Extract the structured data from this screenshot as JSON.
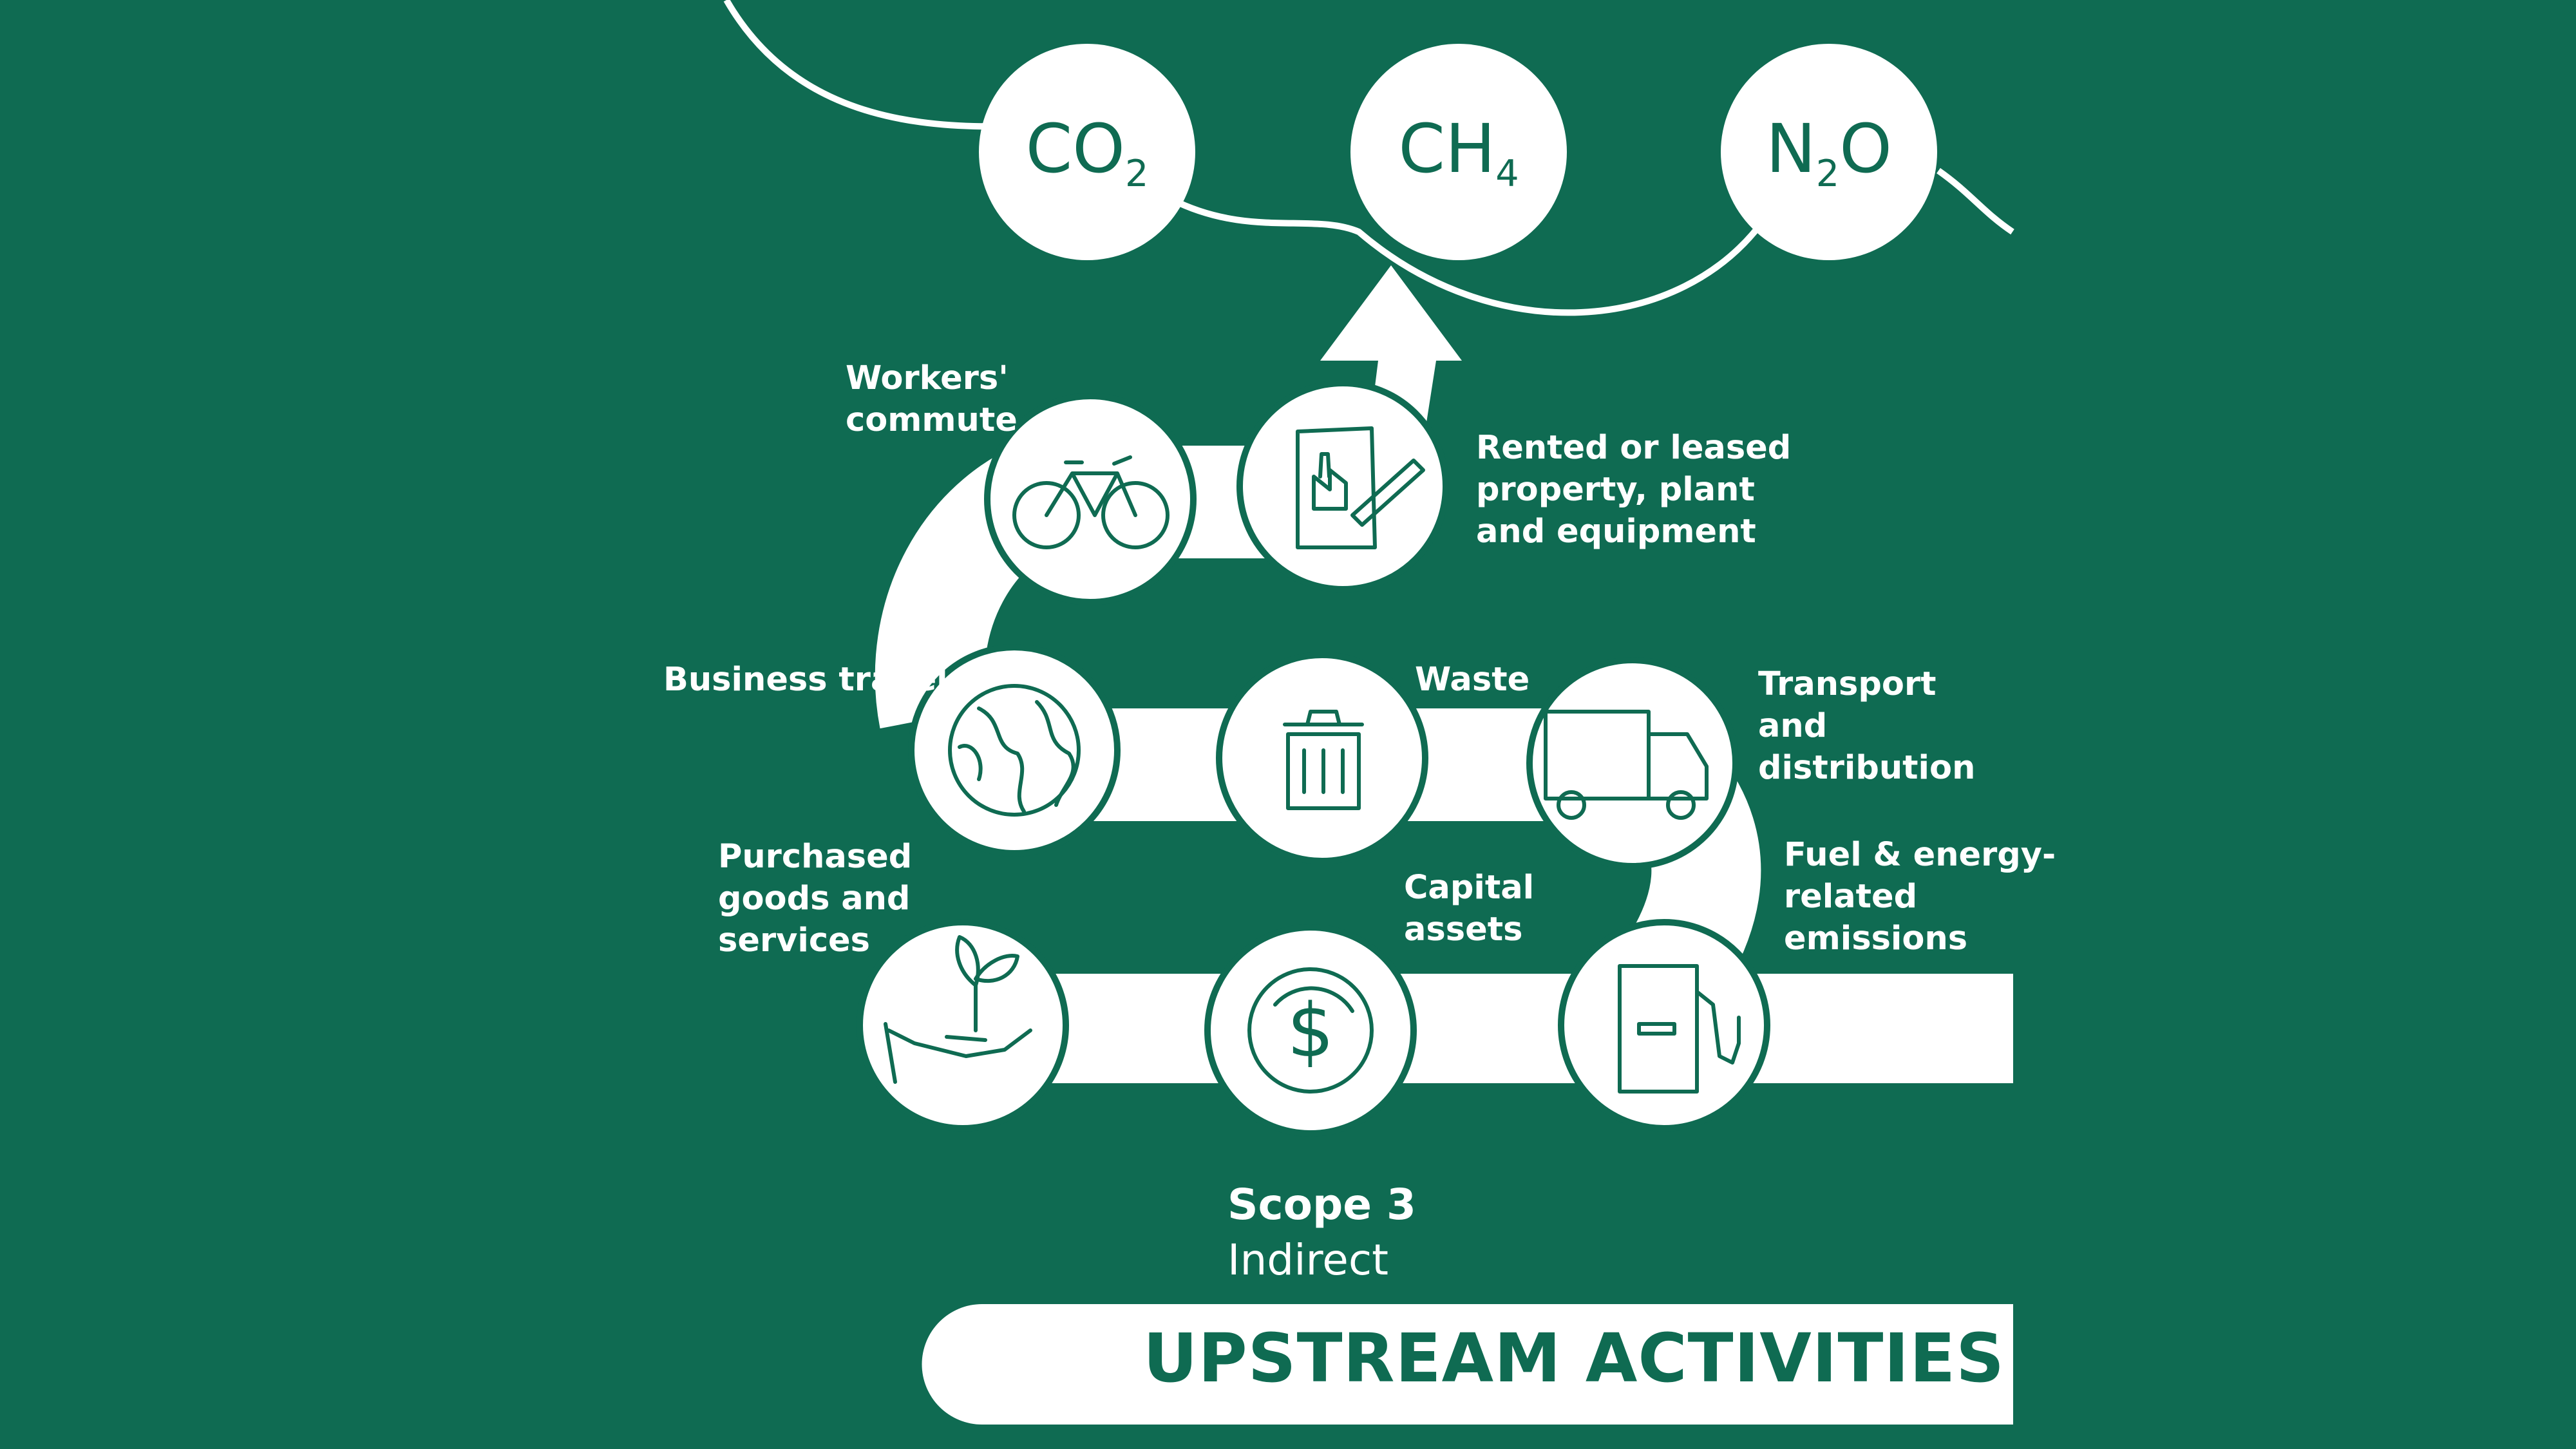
{
  "gases": {
    "co2": {
      "main": "CO",
      "sub": "2"
    },
    "ch4": {
      "main": "CH",
      "sub": "4"
    },
    "n2o": {
      "pre": "N",
      "sub": "2",
      "post": "O"
    }
  },
  "activities": {
    "workers_commute": "Workers'\ncommute",
    "rented_leased": "Rented or leased\nproperty, plant\nand equipment",
    "business_travel": "Business travel",
    "waste": "Waste",
    "transport_distribution": "Transport\nand\ndistribution",
    "purchased_goods": "Purchased\ngoods and\nservices",
    "capital_assets": "Capital\nassets",
    "fuel_energy": "Fuel & energy-\nrelated\nemissions"
  },
  "icons": {
    "workers_commute": "bicycle-icon",
    "rented_leased": "document-factory-icon",
    "business_travel": "globe-icon",
    "waste": "trash-can-icon",
    "transport_distribution": "truck-icon",
    "purchased_goods": "hand-plant-icon",
    "capital_assets": "dollar-coin-icon",
    "fuel_energy": "fuel-pump-icon"
  },
  "scope": {
    "title": "Scope 3",
    "subtitle": "Indirect"
  },
  "banner": {
    "text": "UPSTREAM ACTIVITIES"
  },
  "colors": {
    "background": "#0f6b52",
    "foreground": "#ffffff"
  }
}
